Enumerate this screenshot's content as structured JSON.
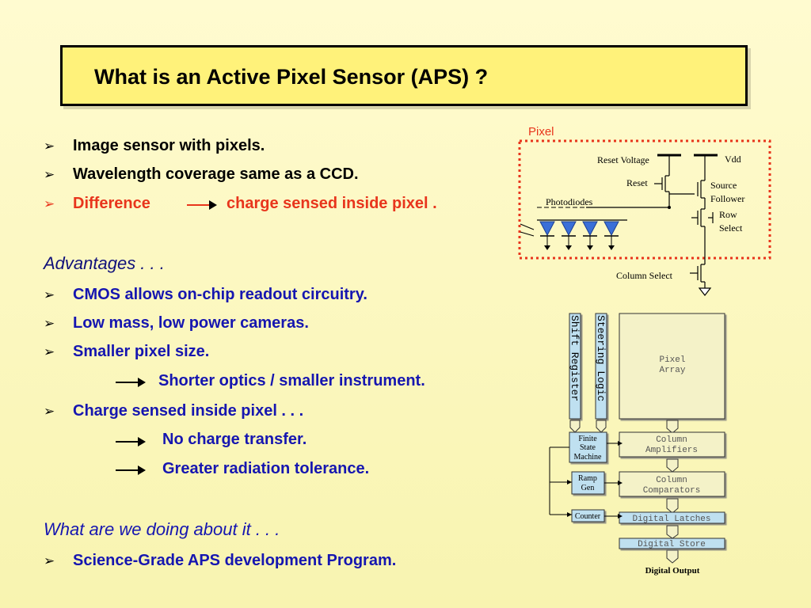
{
  "title": "What is an Active Pixel Sensor (APS) ?",
  "bullet_glyph": "➢",
  "intro": [
    {
      "text": "Image sensor with pixels."
    },
    {
      "text": "Wavelength coverage same as a CCD."
    }
  ],
  "difference": {
    "label": "Difference",
    "detail": "charge sensed inside pixel ."
  },
  "advantages": {
    "heading": "Advantages  . . .",
    "items": [
      "CMOS allows on-chip readout circuitry.",
      "Low mass, low power cameras.",
      "Smaller pixel size.",
      "Charge sensed inside pixel  . .  ."
    ],
    "sub_smaller": "Shorter optics / smaller instrument.",
    "sub_charge": [
      "No charge transfer.",
      "Greater radiation tolerance."
    ]
  },
  "doing": {
    "heading": "What are we doing about it  . . .",
    "items": [
      "Science-Grade APS development Program."
    ]
  },
  "pixel_diagram": {
    "label": "Pixel",
    "reset_voltage": "Reset Voltage",
    "vdd": "Vdd",
    "reset": "Reset",
    "source_follower": [
      "Source",
      "Follower"
    ],
    "photodiodes": "Photodiodes",
    "row_select": [
      "Row",
      "Select"
    ],
    "column_select": "Column Select"
  },
  "block_diagram": {
    "shift_register": "Shift Register",
    "steering_logic": "Steering Logic",
    "pixel_array": [
      "Pixel",
      "Array"
    ],
    "fsm": [
      "Finite",
      "State",
      "Machine"
    ],
    "column_amplifiers": [
      "Column",
      "Amplifiers"
    ],
    "ramp_gen": [
      "Ramp",
      "Gen"
    ],
    "column_comparators": [
      "Column",
      "Comparators"
    ],
    "counter": "Counter",
    "digital_latches": "Digital Latches",
    "digital_store": "Digital Store",
    "digital_output": "Digital Output"
  },
  "colors": {
    "title_fill": "#fff27a",
    "text_blue": "#1616b0",
    "accent_red": "#e8351c",
    "pixel_border": "#e8351c",
    "diode_blue": "#3a6fd8",
    "block_fill": "#f4f2c8",
    "block_bar": "#bfe0f0"
  }
}
